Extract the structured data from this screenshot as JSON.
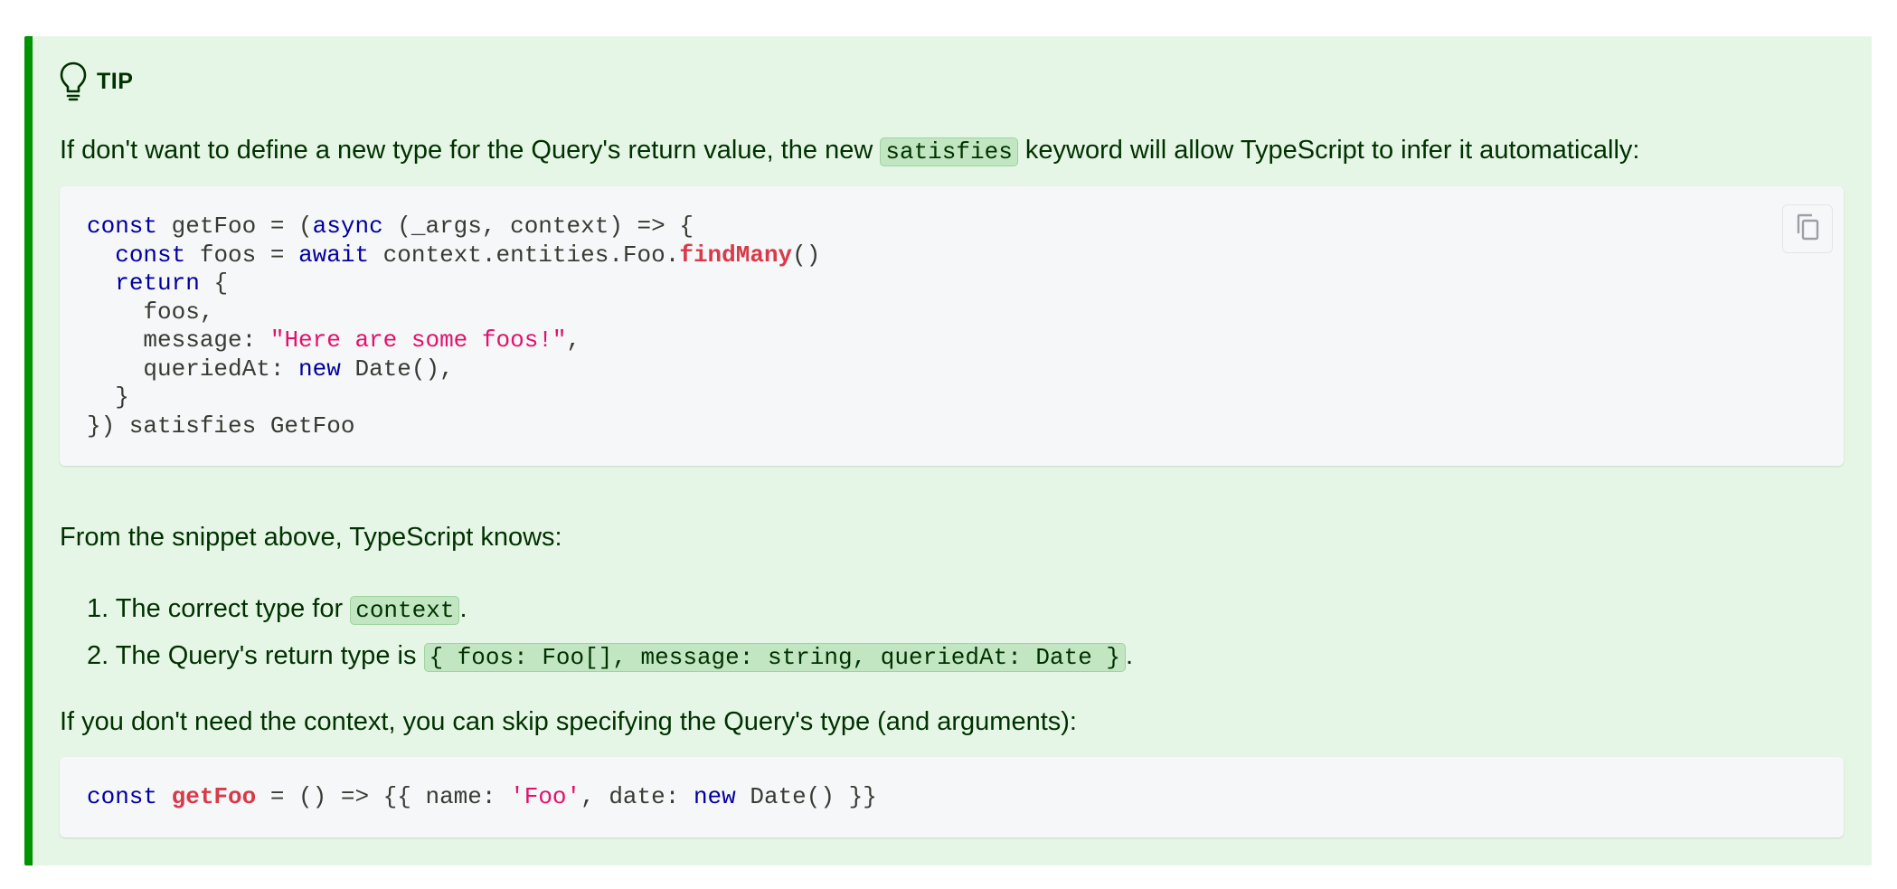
{
  "admonition": {
    "type_label": "TIP",
    "icon": "lightbulb-icon",
    "accent_color": "#009400",
    "background_color": "#e6f6e6"
  },
  "intro": {
    "before": "If don't want to define a new type for the Query's return value, the new ",
    "code": "satisfies",
    "after": " keyword will allow TypeScript to infer it automatically:"
  },
  "code_block_1": {
    "copy_button_icon": "copy-icon",
    "lines": [
      [
        {
          "t": "kw",
          "v": "const"
        },
        {
          "t": "plain",
          "v": " getFoo = ("
        },
        {
          "t": "kw",
          "v": "async"
        },
        {
          "t": "plain",
          "v": " (_args, context) => {"
        }
      ],
      [
        {
          "t": "plain",
          "v": "  "
        },
        {
          "t": "kw",
          "v": "const"
        },
        {
          "t": "plain",
          "v": " foos = "
        },
        {
          "t": "kw",
          "v": "await"
        },
        {
          "t": "plain",
          "v": " context.entities.Foo."
        },
        {
          "t": "fn",
          "v": "findMany"
        },
        {
          "t": "plain",
          "v": "()"
        }
      ],
      [
        {
          "t": "plain",
          "v": "  "
        },
        {
          "t": "kw",
          "v": "return"
        },
        {
          "t": "plain",
          "v": " {"
        }
      ],
      [
        {
          "t": "plain",
          "v": "    foos,"
        }
      ],
      [
        {
          "t": "plain",
          "v": "    message: "
        },
        {
          "t": "str",
          "v": "\"Here are some foos!\""
        },
        {
          "t": "plain",
          "v": ","
        }
      ],
      [
        {
          "t": "plain",
          "v": "    queriedAt: "
        },
        {
          "t": "kw",
          "v": "new"
        },
        {
          "t": "plain",
          "v": " Date(),"
        }
      ],
      [
        {
          "t": "plain",
          "v": "  }"
        }
      ],
      [
        {
          "t": "plain",
          "v": "}) satisfies GetFoo"
        }
      ]
    ]
  },
  "snippet_para": "From the snippet above, TypeScript knows:",
  "list_items": [
    {
      "number": "1.",
      "before": " The correct type for ",
      "code": "context",
      "after": "."
    },
    {
      "number": "2.",
      "before": " The Query's return type is ",
      "code": "{ foos: Foo[], message: string, queriedAt: Date }",
      "after": "."
    }
  ],
  "skip_para": "If you don't need the context, you can skip specifying the Query's type (and arguments):",
  "code_block_2": {
    "lines": [
      [
        {
          "t": "kw",
          "v": "const"
        },
        {
          "t": "plain",
          "v": " "
        },
        {
          "t": "fn",
          "v": "getFoo"
        },
        {
          "t": "plain",
          "v": " = () => {{ name: "
        },
        {
          "t": "str",
          "v": "'Foo'"
        },
        {
          "t": "plain",
          "v": ", date: "
        },
        {
          "t": "kw",
          "v": "new"
        },
        {
          "t": "plain",
          "v": " Date() }}"
        }
      ]
    ]
  }
}
